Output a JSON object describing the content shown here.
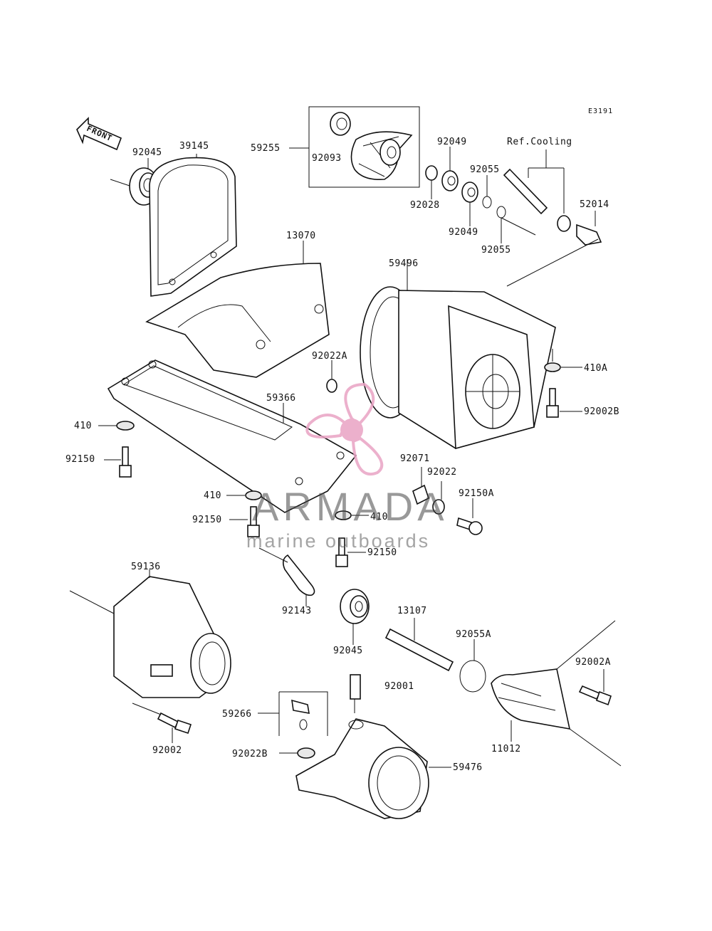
{
  "diagram": {
    "code": "E3191",
    "front_label": "FRONT",
    "ref_cooling": "Ref.Cooling",
    "labels": {
      "p92045_top": "92045",
      "p39145": "39145",
      "p59255": "59255",
      "p92093": "92093",
      "p92049_top": "92049",
      "p92055_top": "92055",
      "p92028": "92028",
      "p92049_bot": "92049",
      "p92055_bot": "92055",
      "p52014": "52014",
      "p13070": "13070",
      "p59496": "59496",
      "p92022A": "92022A",
      "p410A": "410A",
      "p92002B": "92002B",
      "p59366": "59366",
      "p410_left": "410",
      "p92150_left": "92150",
      "p92071": "92071",
      "p92022": "92022",
      "p92150A": "92150A",
      "p410_mid": "410",
      "p410_right": "410",
      "p92150_mid": "92150",
      "p92150_low": "92150",
      "p59136": "59136",
      "p92143": "92143",
      "p13107": "13107",
      "p92045_bot": "92045",
      "p92055A": "92055A",
      "p92002A": "92002A",
      "p92001": "92001",
      "p59266": "59266",
      "p92002": "92002",
      "p92022B": "92022B",
      "p59476": "59476",
      "p11012": "11012"
    }
  },
  "watermark": {
    "brand": "ARMADA",
    "tagline": "marine outboards",
    "color": "#e9a3c4"
  }
}
